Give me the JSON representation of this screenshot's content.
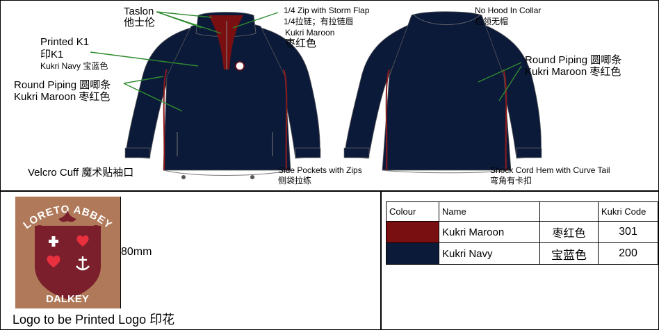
{
  "callouts": {
    "taslon_en": "Taslon",
    "taslon_cn": "他士伦",
    "zip_en": "1/4 Zip with Storm Flap",
    "zip_cn": "1/4拉链；有拉链唇",
    "zip_colour_en": "Kukri Maroon",
    "zip_colour_cn": "枣红色",
    "printed_en": "Printed K1",
    "printed_cn": "印K1",
    "printed_colour": "Kukri Navy 宝蓝色",
    "piping_front_en": "Round Piping 圆唧条",
    "piping_front_colour": "Kukri Maroon 枣红色",
    "no_hood_en": "No Hood In Collar",
    "no_hood_cn": "后领无帽",
    "piping_back_en": "Round Piping 圆唧条",
    "piping_back_colour": "Kukri Maroon 枣红色",
    "velcro": "Velcro Cuff 魔术贴袖口",
    "pockets_en": "Side Pockets with Zips",
    "pockets_cn": "侧袋拉练",
    "hem_en": "Shock Cord Hem with Curve Tail",
    "hem_cn": "弯角有卡扣"
  },
  "logo": {
    "top_text": "LORETO ABBEY",
    "bottom_text": "DALKEY",
    "size": "80mm",
    "caption": "Logo to be Printed  Logo 印花"
  },
  "colour_table": {
    "headers": [
      "Colour",
      "Name",
      "",
      "Kukri Code"
    ],
    "rows": [
      {
        "swatch": "#7a0f12",
        "name": "Kukri Maroon",
        "cn": "枣红色",
        "code": "301"
      },
      {
        "swatch": "#0c1a3a",
        "name": "Kukri Navy",
        "cn": "宝蓝色",
        "code": "200"
      }
    ]
  },
  "colors": {
    "navy": "#0c1a3a",
    "maroon": "#7a0f12",
    "callout_green": "#2e8b2e",
    "logo_bg": "#b07a5a"
  }
}
